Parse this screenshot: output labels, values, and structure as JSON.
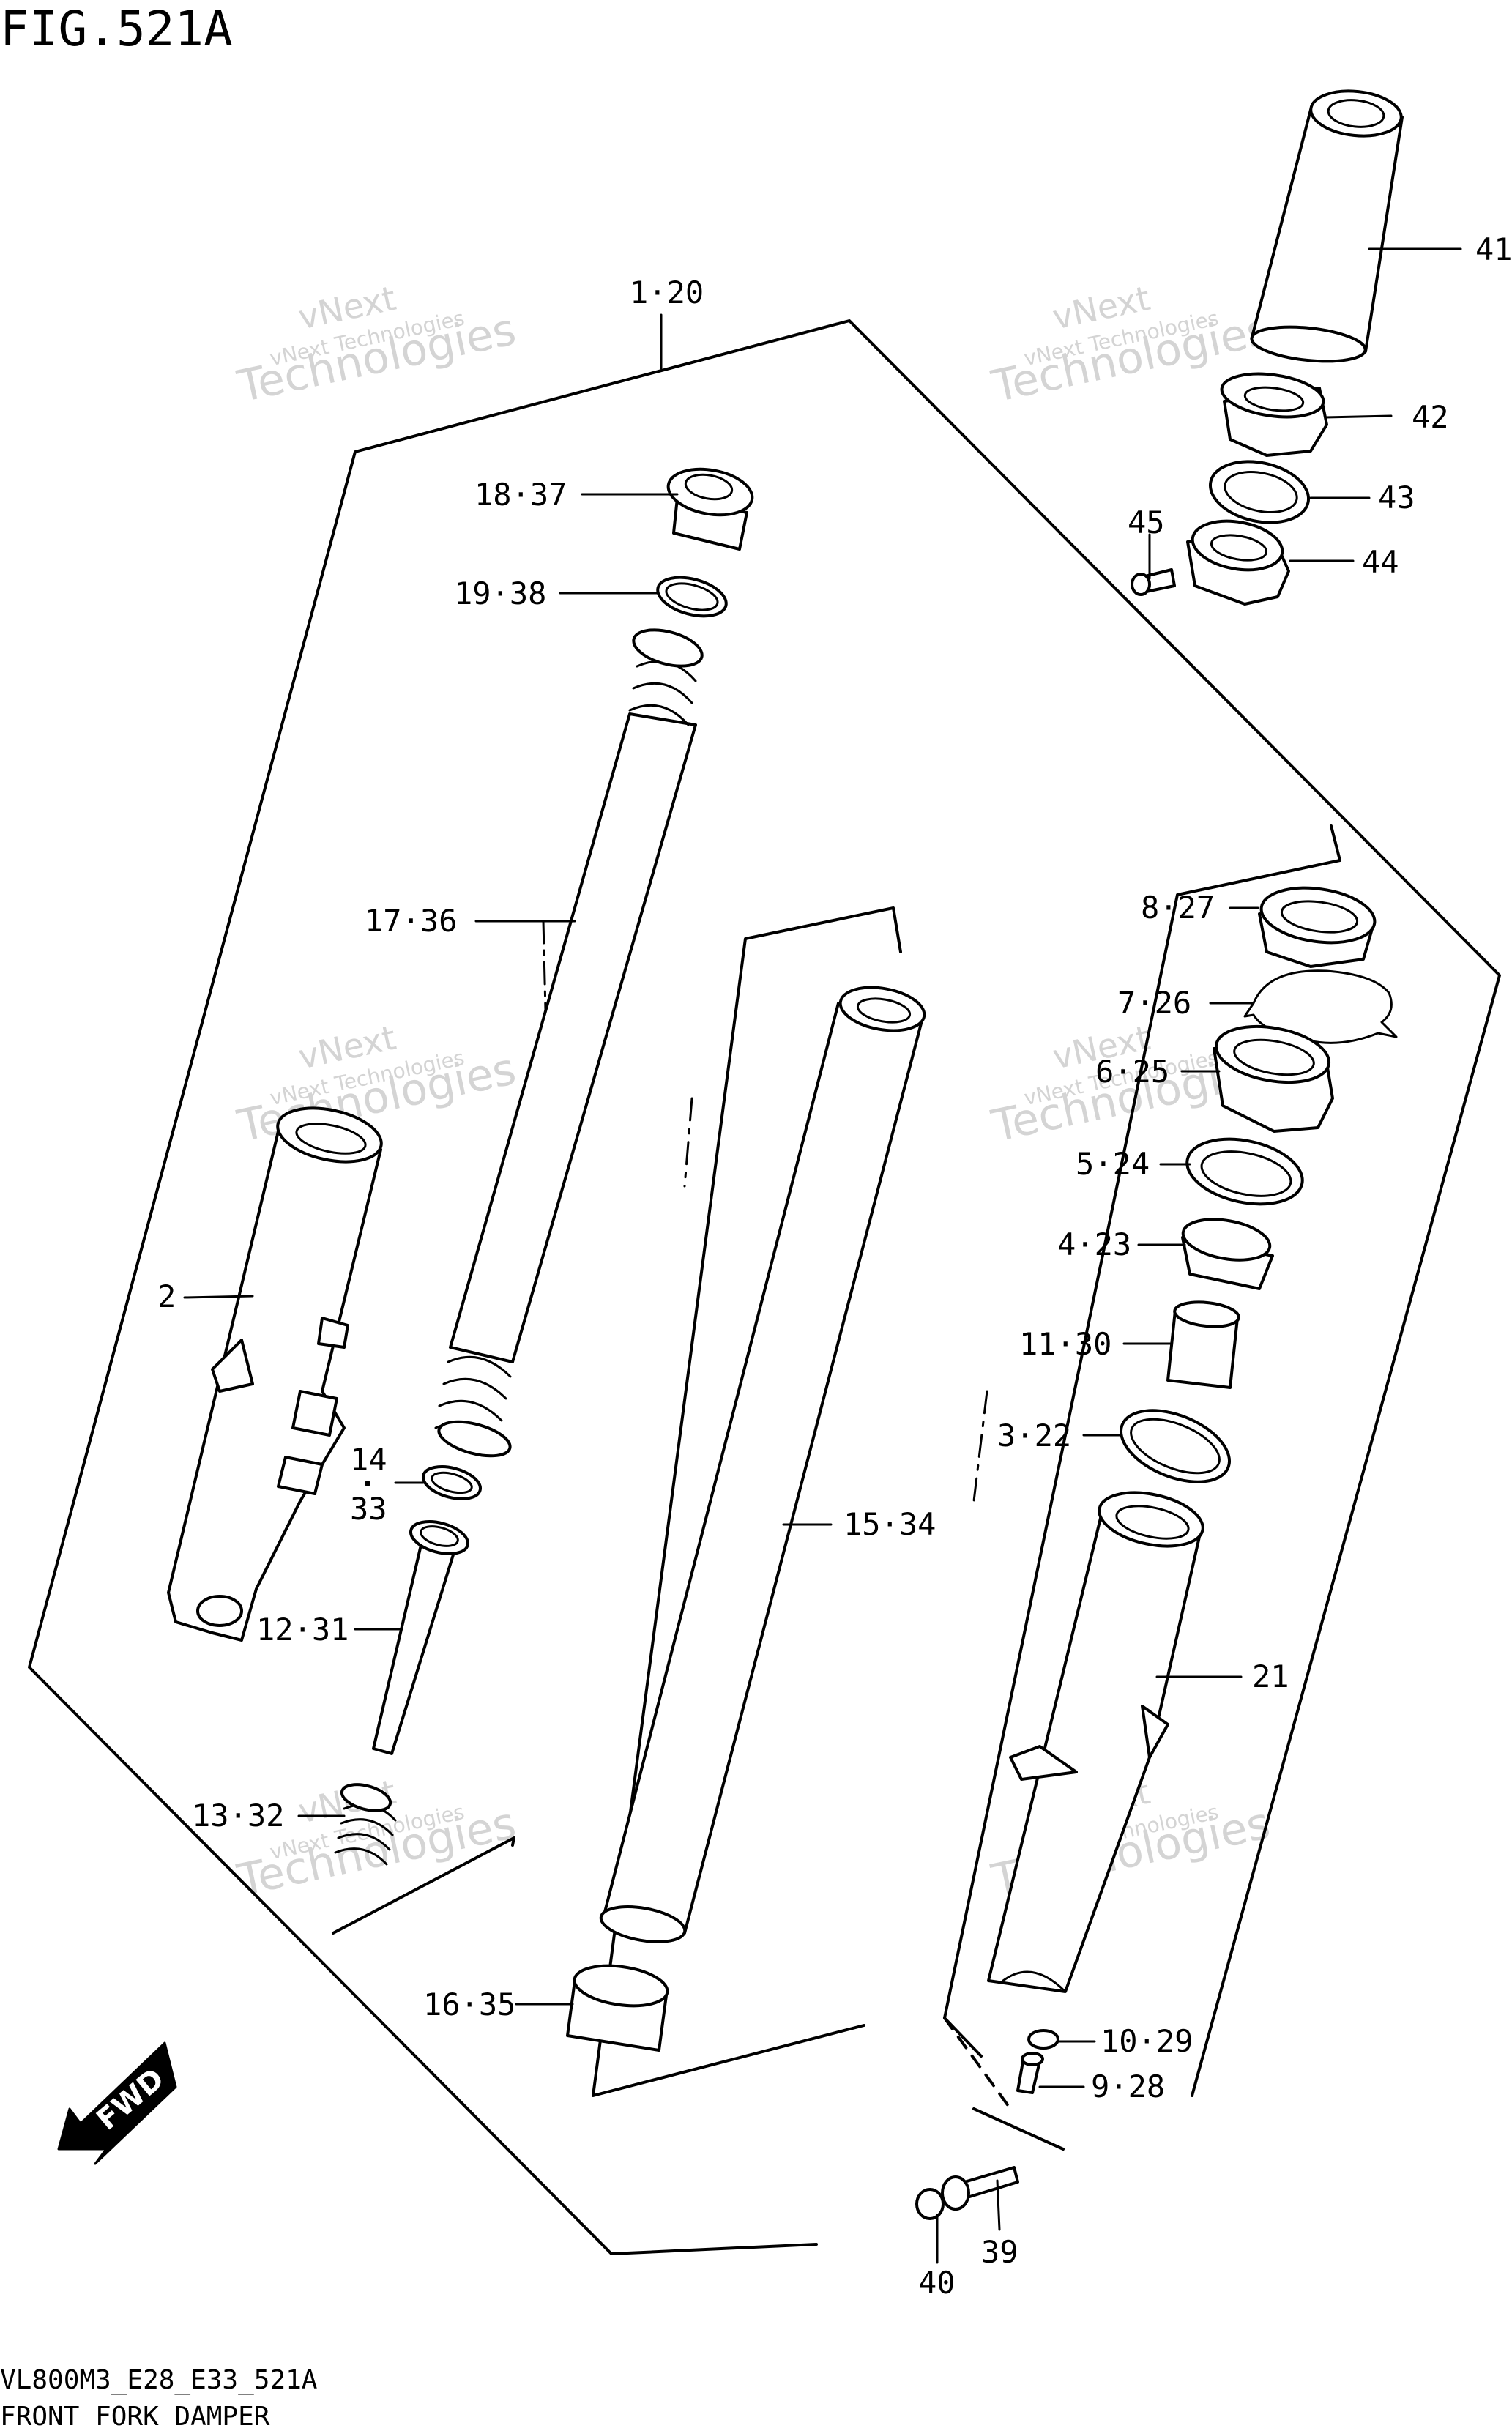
{
  "figure": {
    "title": "FIG.521A",
    "code": "VL800M3_E28_E33_521A",
    "caption": "FRONT FORK DAMPER"
  },
  "watermark": {
    "line1": "vNext Technologies",
    "line2": "vNext",
    "line3": "Technologies"
  },
  "direction": {
    "label": "FWD"
  },
  "callouts": [
    {
      "id": "1-20",
      "label": "1·20"
    },
    {
      "id": "2",
      "label": "2"
    },
    {
      "id": "3-22",
      "label": "3·22"
    },
    {
      "id": "4-23",
      "label": "4·23"
    },
    {
      "id": "5-24",
      "label": "5·24"
    },
    {
      "id": "6-25",
      "label": "6·25"
    },
    {
      "id": "7-26",
      "label": "7·26"
    },
    {
      "id": "8-27",
      "label": "8·27"
    },
    {
      "id": "9-28",
      "label": "9·28"
    },
    {
      "id": "10-29",
      "label": "10·29"
    },
    {
      "id": "11-30",
      "label": "11·30"
    },
    {
      "id": "12-31",
      "label": "12·31"
    },
    {
      "id": "13-32",
      "label": "13·32"
    },
    {
      "id": "14",
      "label": "14"
    },
    {
      "id": "33",
      "label": "33"
    },
    {
      "id": "15-34",
      "label": "15·34"
    },
    {
      "id": "16-35",
      "label": "16·35"
    },
    {
      "id": "17-36",
      "label": "17·36"
    },
    {
      "id": "18-37",
      "label": "18·37"
    },
    {
      "id": "19-38",
      "label": "19·38"
    },
    {
      "id": "21",
      "label": "21"
    },
    {
      "id": "39",
      "label": "39"
    },
    {
      "id": "40",
      "label": "40"
    },
    {
      "id": "41",
      "label": "41"
    },
    {
      "id": "42",
      "label": "42"
    },
    {
      "id": "43",
      "label": "43"
    },
    {
      "id": "44",
      "label": "44"
    },
    {
      "id": "45",
      "label": "45"
    }
  ]
}
